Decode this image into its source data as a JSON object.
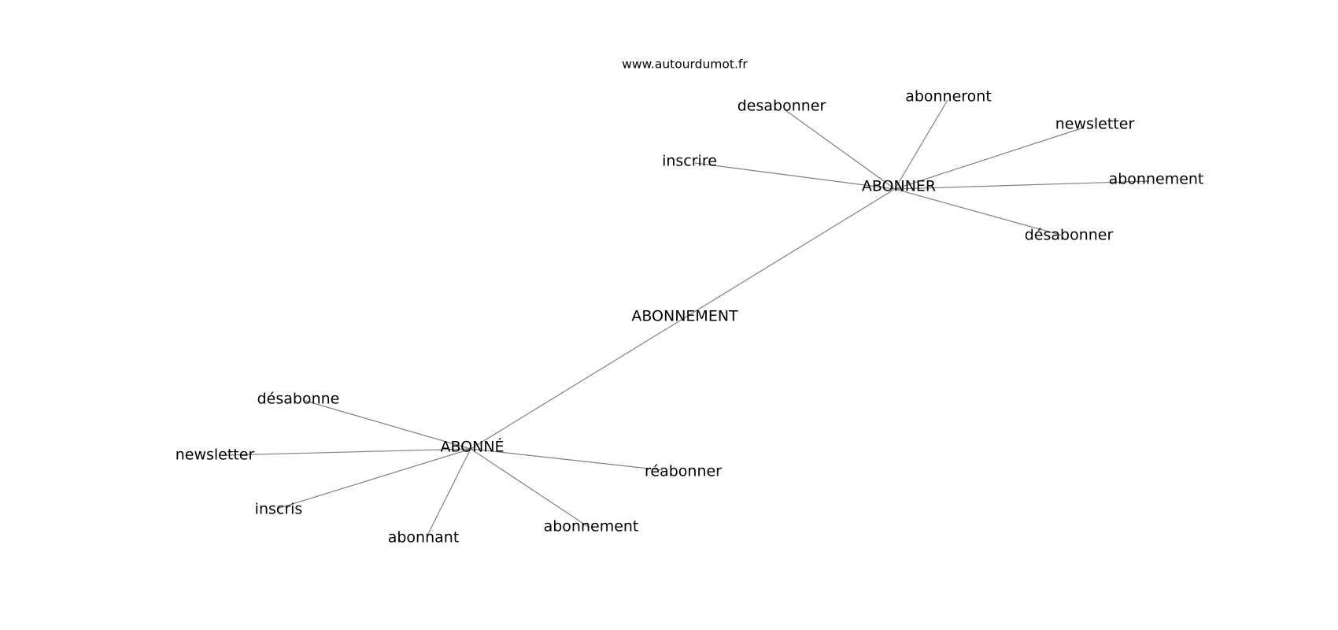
{
  "watermark": "www.autourdumot.fr",
  "graph": {
    "nodes": [
      {
        "id": "abonnement_center",
        "label": "ABONNEMENT"
      },
      {
        "id": "abonner",
        "label": "ABONNER"
      },
      {
        "id": "abonne",
        "label": "ABONNÉ"
      },
      {
        "id": "desabonner_1",
        "label": "desabonner"
      },
      {
        "id": "abonneront",
        "label": "abonneront"
      },
      {
        "id": "newsletter_1",
        "label": "newsletter"
      },
      {
        "id": "inscrire",
        "label": "inscrire"
      },
      {
        "id": "abonnement_1",
        "label": "abonnement"
      },
      {
        "id": "desabonner_2",
        "label": "désabonner"
      },
      {
        "id": "desabonne",
        "label": "désabonne"
      },
      {
        "id": "newsletter_2",
        "label": "newsletter"
      },
      {
        "id": "inscris",
        "label": "inscris"
      },
      {
        "id": "abonnant",
        "label": "abonnant"
      },
      {
        "id": "abonnement_2",
        "label": "abonnement"
      },
      {
        "id": "reabonner",
        "label": "réabonner"
      }
    ],
    "edges": [
      [
        "abonner",
        "abonne"
      ],
      [
        "abonner",
        "desabonner_1"
      ],
      [
        "abonner",
        "abonneront"
      ],
      [
        "abonner",
        "newsletter_1"
      ],
      [
        "abonner",
        "inscrire"
      ],
      [
        "abonner",
        "abonnement_1"
      ],
      [
        "abonner",
        "desabonner_2"
      ],
      [
        "abonne",
        "desabonne"
      ],
      [
        "abonne",
        "newsletter_2"
      ],
      [
        "abonne",
        "inscris"
      ],
      [
        "abonne",
        "abonnant"
      ],
      [
        "abonne",
        "abonnement_2"
      ],
      [
        "abonne",
        "reabonner"
      ]
    ]
  }
}
